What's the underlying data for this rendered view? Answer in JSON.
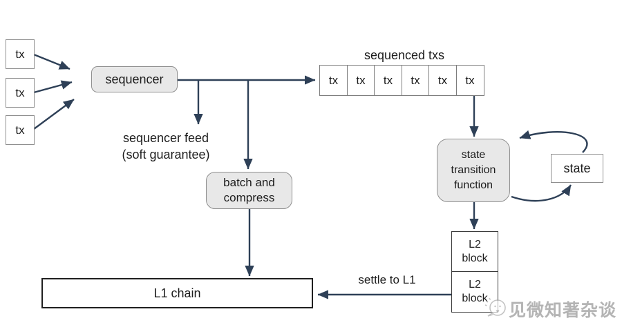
{
  "diagram": {
    "left_txs": [
      "tx",
      "tx",
      "tx"
    ],
    "sequencer_label": "sequencer",
    "sequenced_txs": {
      "title": "sequenced txs",
      "cells": [
        "tx",
        "tx",
        "tx",
        "tx",
        "tx",
        "tx"
      ]
    },
    "sequencer_feed": {
      "lines": [
        "sequencer feed",
        "(soft guarantee)"
      ]
    },
    "batch_compress": {
      "lines": [
        "batch and",
        "compress"
      ]
    },
    "state_transition_function": {
      "lines": [
        "state",
        "transition",
        "function"
      ]
    },
    "state_label": "state",
    "l2_block_1": {
      "lines": [
        "L2",
        "block"
      ]
    },
    "l2_block_2": {
      "lines": [
        "L2",
        "block"
      ]
    },
    "settle_label": "settle to L1",
    "l1_chain_label": "L1 chain",
    "watermark_text": "见微知著杂谈"
  },
  "colors": {
    "arrow": "#2e4057",
    "box_fill_gray": "#e8e8e8",
    "box_border_gray": "#8f8f8f",
    "box_border_dark": "#3a3a3a",
    "text": "#1c1c1c",
    "watermark": "#a0a0a0"
  }
}
